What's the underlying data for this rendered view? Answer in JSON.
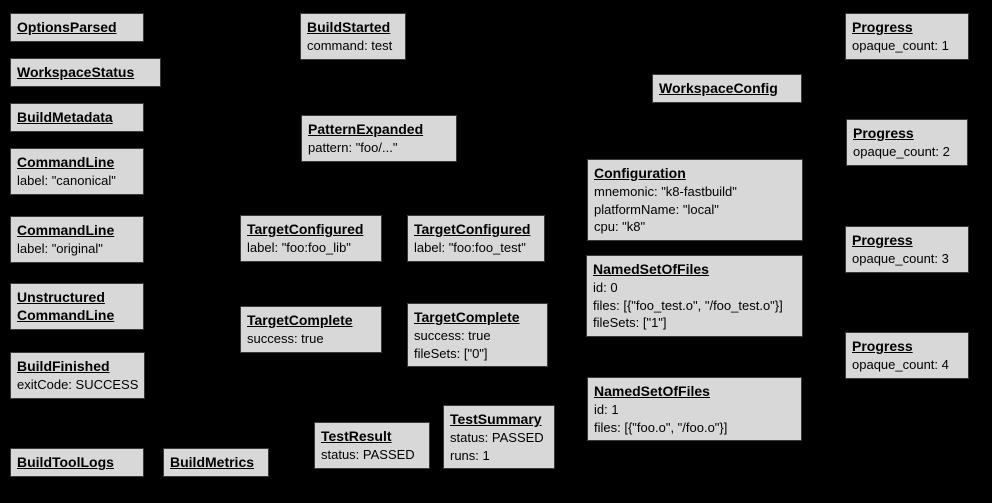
{
  "diagram": {
    "description": "Build event protocol graph",
    "colors": {
      "background": "#000000",
      "node_fill": "#d8d8d8",
      "node_border": "#3a3a3a",
      "text": "#000000"
    }
  },
  "nodes": [
    {
      "title": "OptionsParsed",
      "props": []
    },
    {
      "title": "WorkspaceStatus",
      "props": []
    },
    {
      "title": "BuildMetadata",
      "props": []
    },
    {
      "title": "CommandLine",
      "props": [
        "label: \"canonical\""
      ]
    },
    {
      "title": "CommandLine",
      "props": [
        "label: \"original\""
      ]
    },
    {
      "title": "Unstructured\nCommandLine",
      "props": []
    },
    {
      "title": "BuildFinished",
      "props": [
        "exitCode: SUCCESS"
      ]
    },
    {
      "title": "BuildToolLogs",
      "props": []
    },
    {
      "title": "BuildMetrics",
      "props": []
    },
    {
      "title": "BuildStarted",
      "props": [
        "command: test"
      ]
    },
    {
      "title": "PatternExpanded",
      "props": [
        "pattern: \"foo/...\""
      ]
    },
    {
      "title": "TargetConfigured",
      "props": [
        "label: \"foo:foo_lib\""
      ]
    },
    {
      "title": "TargetConfigured",
      "props": [
        "label: \"foo:foo_test\""
      ]
    },
    {
      "title": "TargetComplete",
      "props": [
        "success: true"
      ]
    },
    {
      "title": "TargetComplete",
      "props": [
        "success: true",
        "fileSets: [\"0\"]"
      ]
    },
    {
      "title": "TestResult",
      "props": [
        "status: PASSED"
      ]
    },
    {
      "title": "TestSummary",
      "props": [
        "status: PASSED",
        "runs: 1"
      ]
    },
    {
      "title": "WorkspaceConfig",
      "props": []
    },
    {
      "title": "Configuration",
      "props": [
        "mnemonic: \"k8-fastbuild\"",
        "platformName: \"local\"",
        "cpu: \"k8\""
      ]
    },
    {
      "title": "NamedSetOfFiles",
      "props": [
        "id: 0",
        "files: [{\"foo_test.o\", \"/foo_test.o\"}]",
        "fileSets: [\"1\"]"
      ]
    },
    {
      "title": "NamedSetOfFiles",
      "props": [
        "id: 1",
        "files: [{\"foo.o\", \"/foo.o\"}]"
      ]
    },
    {
      "title": "Progress",
      "props": [
        "opaque_count: 1"
      ]
    },
    {
      "title": "Progress",
      "props": [
        "opaque_count: 2"
      ]
    },
    {
      "title": "Progress",
      "props": [
        "opaque_count: 3"
      ]
    },
    {
      "title": "Progress",
      "props": [
        "opaque_count: 4"
      ]
    }
  ]
}
